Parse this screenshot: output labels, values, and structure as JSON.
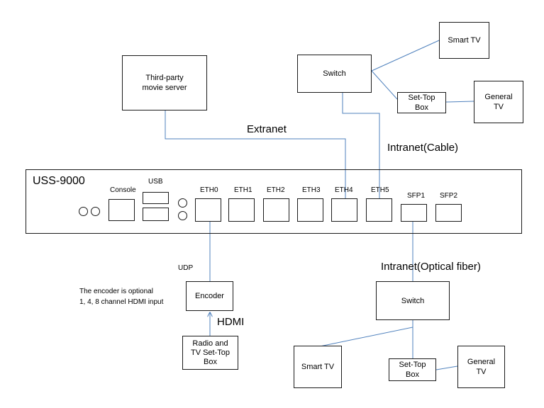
{
  "device": {
    "title": "USS-9000"
  },
  "port_labels": {
    "console": "Console",
    "usb": "USB",
    "eth0": "ETH0",
    "eth1": "ETH1",
    "eth2": "ETH2",
    "eth3": "ETH3",
    "eth4": "ETH4",
    "eth5": "ETH5",
    "sfp1": "SFP1",
    "sfp2": "SFP2"
  },
  "nodes": {
    "movie_server": [
      "Third-party",
      "movie server"
    ],
    "switch_top": "Switch",
    "smart_tv_top": "Smart TV",
    "settop_top": [
      "Set-Top",
      "Box"
    ],
    "general_tv_top": [
      "General",
      "TV"
    ],
    "encoder": "Encoder",
    "radio_tv": [
      "Radio and",
      "TV Set-Top",
      "Box"
    ],
    "switch_bottom": "Switch",
    "smart_tv_bottom": "Smart TV",
    "settop_bottom": [
      "Set-Top",
      "Box"
    ],
    "general_tv_bottom": [
      "General",
      "TV"
    ]
  },
  "link_labels": {
    "extranet": "Extranet",
    "intranet_cable": "Intranet(Cable)",
    "intranet_fiber": "Intranet(Optical fiber)",
    "udp": "UDP",
    "hdmi": "HDMI"
  },
  "notes": {
    "encoder_note": [
      "The encoder is optional",
      "1, 4, 8 channel HDMI input"
    ]
  },
  "colors": {
    "wire": "#4f81bd",
    "border": "#1a1a1a"
  }
}
